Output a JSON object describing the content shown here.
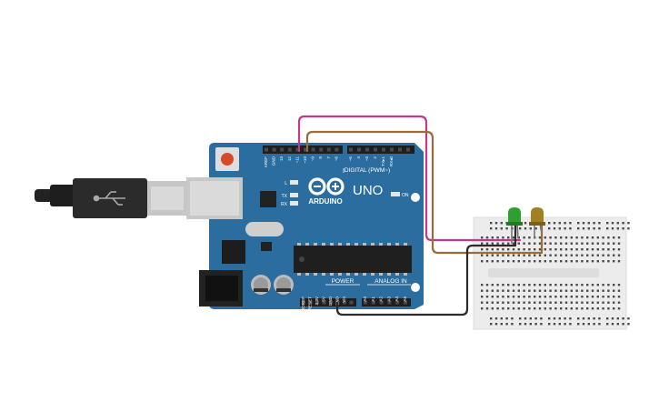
{
  "board": {
    "brand": "ARDUINO",
    "model": "UNO",
    "digital_label": "DIGITAL (PWM~)",
    "power_label": "POWER",
    "analog_label": "ANALOG IN",
    "on_label": "ON",
    "led_l": "L",
    "led_tx": "TX",
    "led_rx": "RX",
    "digital_pins": [
      "AREF",
      "GND",
      "13",
      "12",
      "~11",
      "~10",
      "~9",
      "8",
      "7",
      "~6",
      "~5",
      "4",
      "~3",
      "2",
      "TX▸1",
      "RX◂0"
    ],
    "power_pins": [
      "IOREF",
      "RESET",
      "3.3V",
      "5V",
      "GND",
      "GND",
      "Vin"
    ],
    "analog_pins": [
      "A0",
      "A1",
      "A2",
      "A3",
      "A4",
      "A5"
    ]
  },
  "components": {
    "led_green_color": "#2fa02f",
    "led_yellow_color": "#a08020"
  },
  "wires": {
    "pink": "#c0398a",
    "brown": "#9a6b3c",
    "black": "#2b2b2b"
  },
  "colors": {
    "board": "#2a6d9e",
    "board_dark": "#1f5a86",
    "breadboard": "#ececec"
  }
}
